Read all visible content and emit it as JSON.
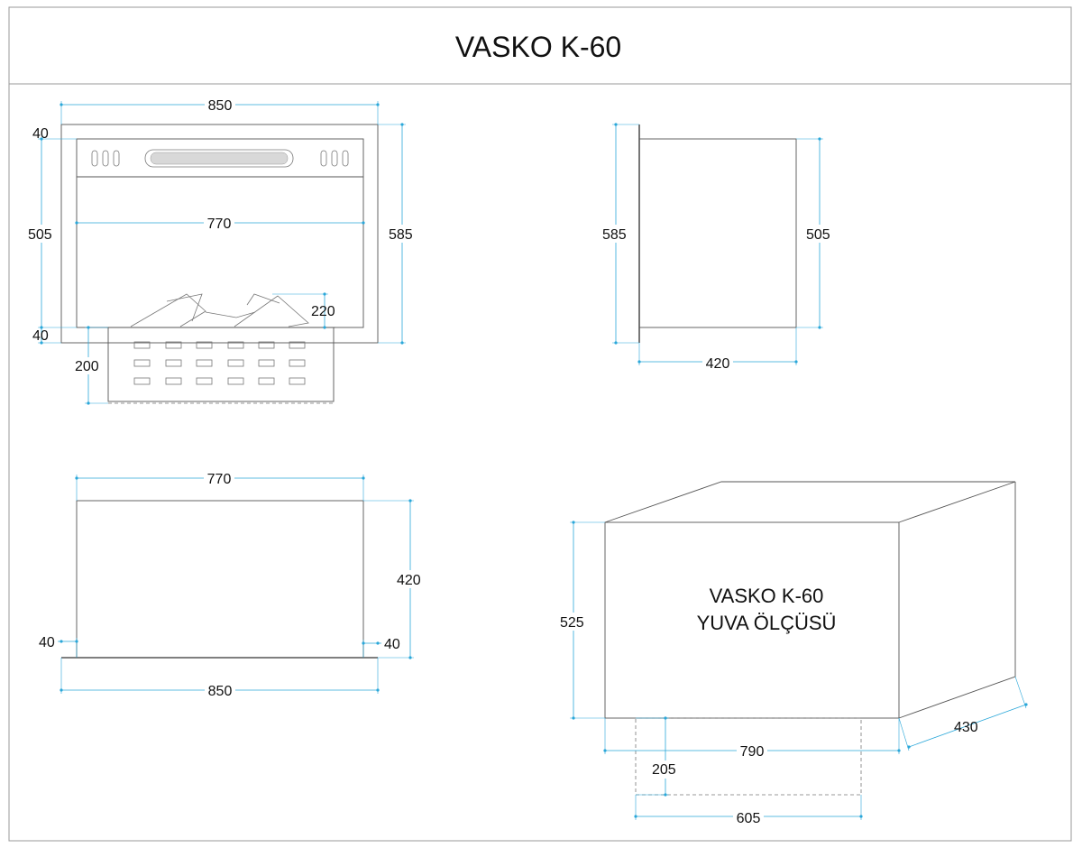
{
  "title": "VASKO  K-60",
  "front_view": {
    "width_outer": "850",
    "width_inner": "770",
    "top_margin": "40",
    "bottom_margin": "40",
    "inner_height": "505",
    "outer_height": "585",
    "log_height": "220",
    "basket_height": "200"
  },
  "side_view": {
    "outer_height": "585",
    "inner_height": "505",
    "depth": "420"
  },
  "top_view": {
    "width_inner": "770",
    "depth": "420",
    "left_margin": "40",
    "right_margin": "40",
    "width_outer": "850"
  },
  "niche_view": {
    "label_line1": "VASKO K-60",
    "label_line2": "YUVA  ÖLÇÜSÜ",
    "height": "525",
    "depth": "430",
    "width": "790",
    "base_height": "205",
    "base_width": "605"
  }
}
